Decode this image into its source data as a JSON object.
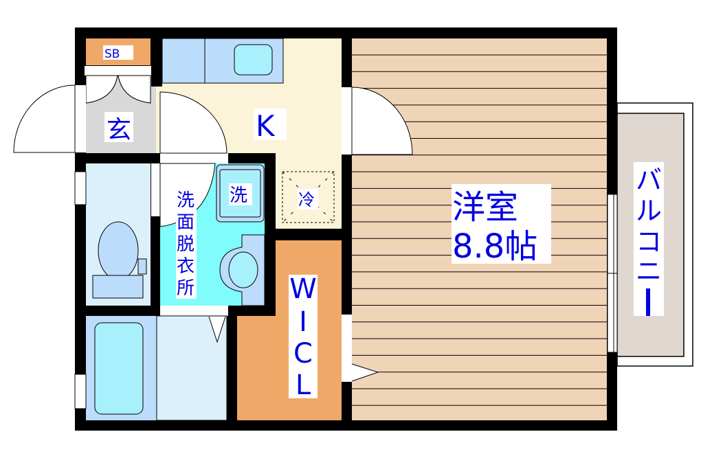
{
  "rooms": {
    "shoe_box": "SB",
    "entrance": "玄",
    "kitchen": "K",
    "fridge": "冷",
    "washer": "洗",
    "washroom": [
      "洗",
      "面",
      "脱",
      "衣",
      "所"
    ],
    "closet": [
      "W",
      "I",
      "C",
      "L"
    ],
    "western_room_name": "洋室",
    "western_room_size": "8.8帖",
    "balcony": [
      "バ",
      "ル",
      "コ",
      "ニ",
      "ー"
    ]
  },
  "colors": {
    "wall": "#000000",
    "storage": "#f0a868",
    "entrance_floor": "#d8d8d8",
    "kitchen_floor": "#fcf4d8",
    "fixture": "#bcdcfc",
    "water": "#a8f0fc",
    "washroom_floor": "#80fcfc",
    "wet_floor": "#dcf0fc",
    "room_floor": "#f0d4b8",
    "balcony_floor": "#e0d8d0",
    "label": "#0000e0"
  }
}
